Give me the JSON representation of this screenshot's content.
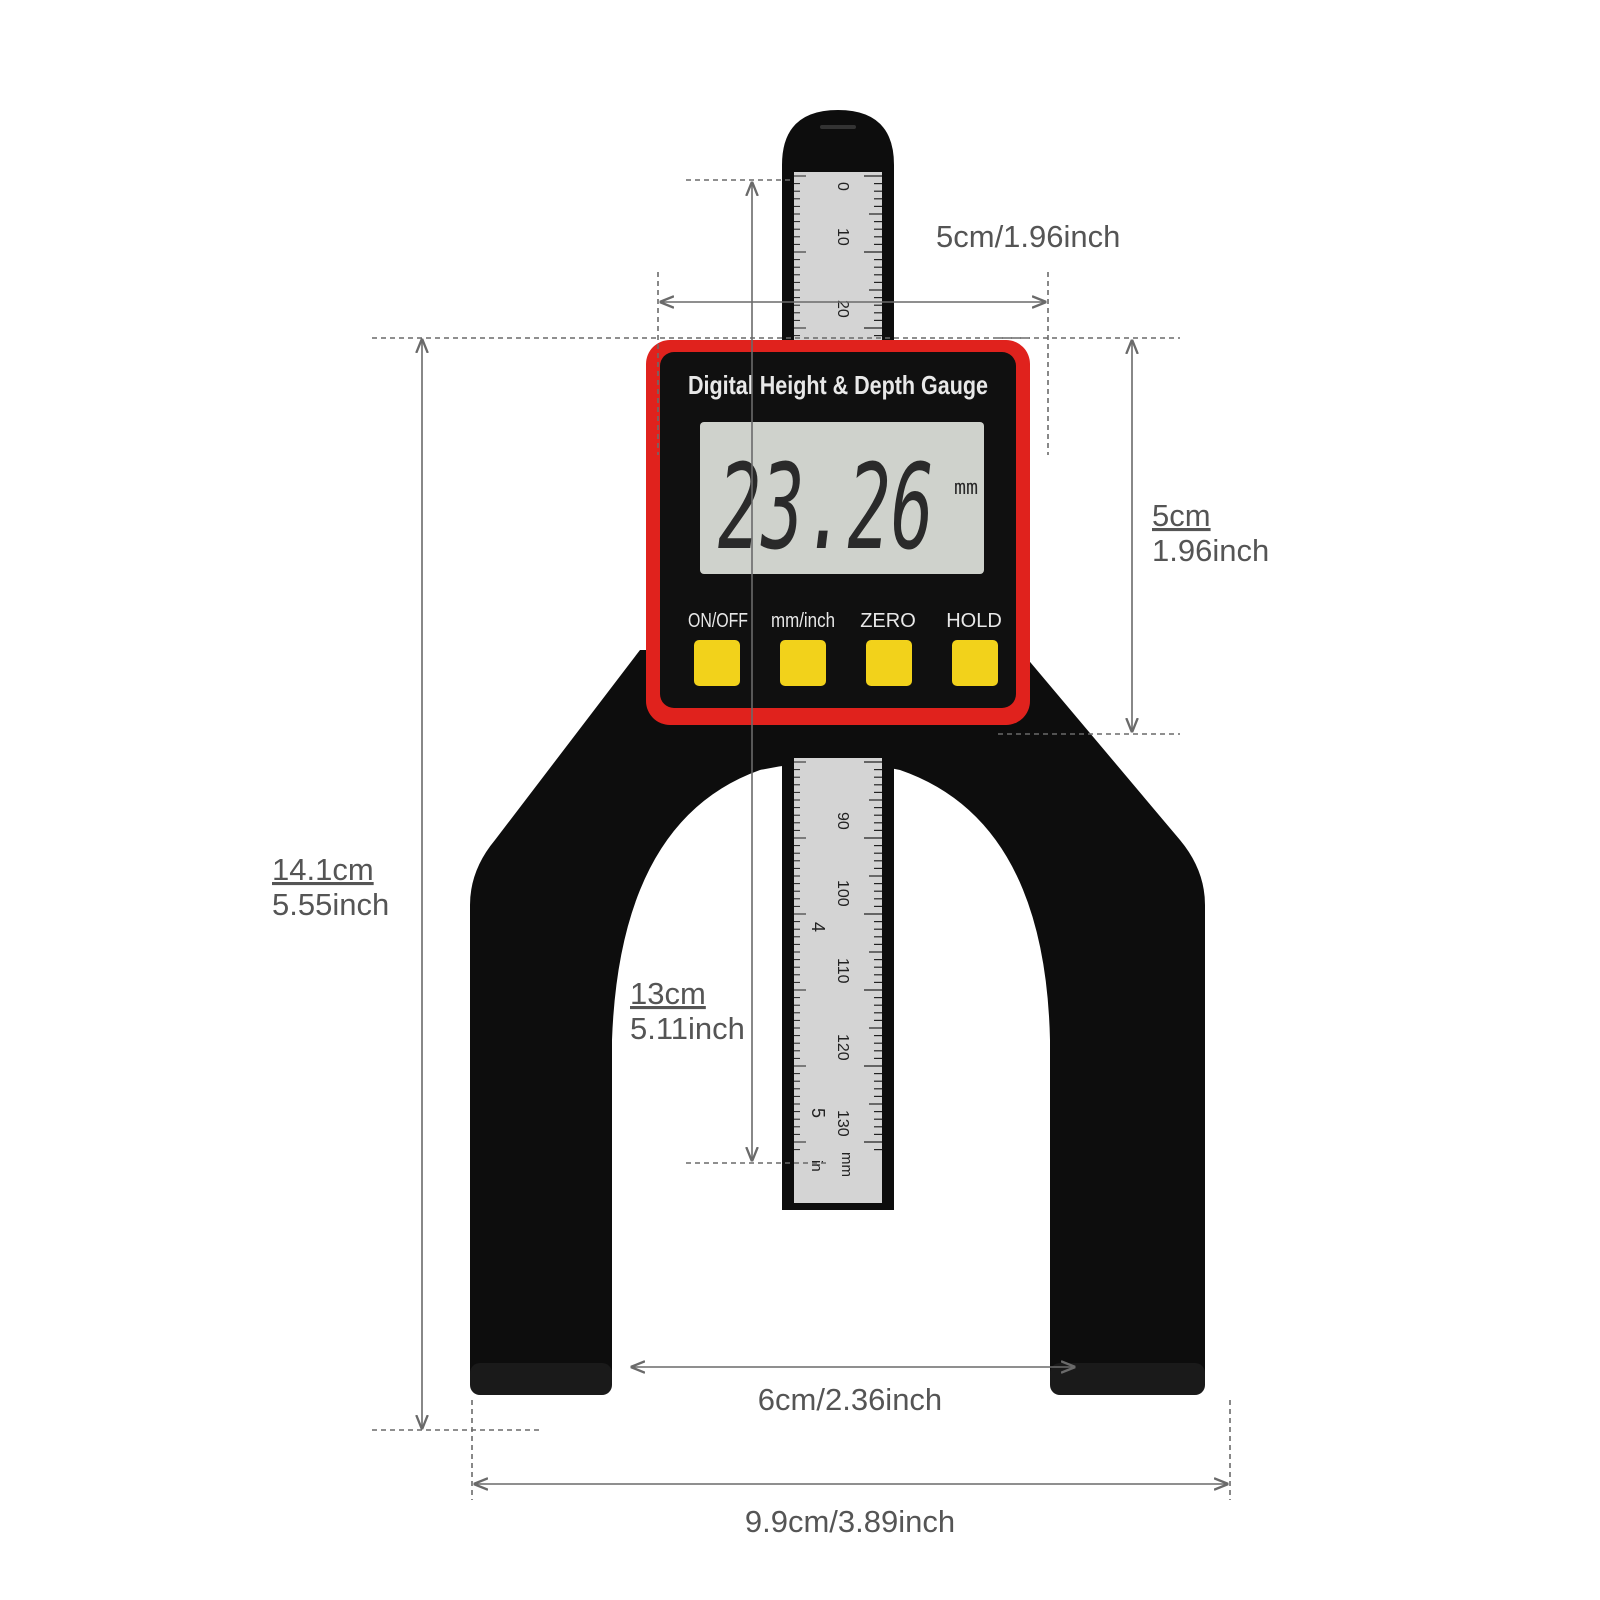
{
  "device": {
    "title": "Digital Height & Depth Gauge",
    "display_value": "23.26",
    "display_unit": "mm",
    "buttons": [
      {
        "label": "ON/OFF"
      },
      {
        "label": "mm/inch"
      },
      {
        "label": "ZERO"
      },
      {
        "label": "HOLD"
      }
    ],
    "ruler_labels": {
      "top": [
        "0",
        "10",
        "20"
      ],
      "bottom": [
        "90",
        "100",
        "110",
        "120",
        "130"
      ],
      "inch_marks": [
        "4",
        "5"
      ],
      "units_mm": "mm",
      "units_in": "in"
    }
  },
  "dimensions": {
    "ruler_top_width": "5cm/1.96inch",
    "head_height_cm": "5cm",
    "head_height_in": "1.96inch",
    "total_height_cm": "14.1cm",
    "total_height_in": "5.55inch",
    "ruler_length_cm": "13cm",
    "ruler_length_in": "5.11inch",
    "inner_width": "6cm/2.36inch",
    "total_width": "9.9cm/3.89inch"
  },
  "colors": {
    "body": "#0d0d0d",
    "housing": "#e0221d",
    "lcd": "#cfd2cc",
    "button": "#f2d21b",
    "ruler": "#d4d4d4",
    "dim_line": "#6a6a6a"
  }
}
